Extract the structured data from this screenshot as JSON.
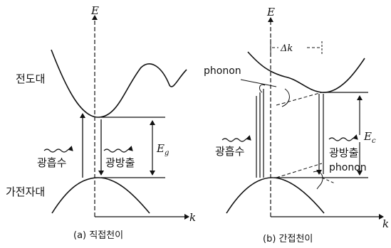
{
  "panel_a": {
    "energy_axis": "E",
    "k_axis": "k",
    "conduction_band": "전도대",
    "valence_band": "가전자대",
    "absorption": "광흡수",
    "emission": "광방출",
    "gap_label": "E",
    "gap_subscript": "g",
    "caption": "(a) 직접천이"
  },
  "panel_b": {
    "energy_axis": "E",
    "k_axis": "k",
    "delta_k": "Δk",
    "phonon_top": "phonon",
    "absorption": "광흡수",
    "emission": "광방출",
    "phonon_bottom": "phonon",
    "gap_label": "E",
    "gap_subscript": "c",
    "caption": "(b) 간접천이"
  }
}
